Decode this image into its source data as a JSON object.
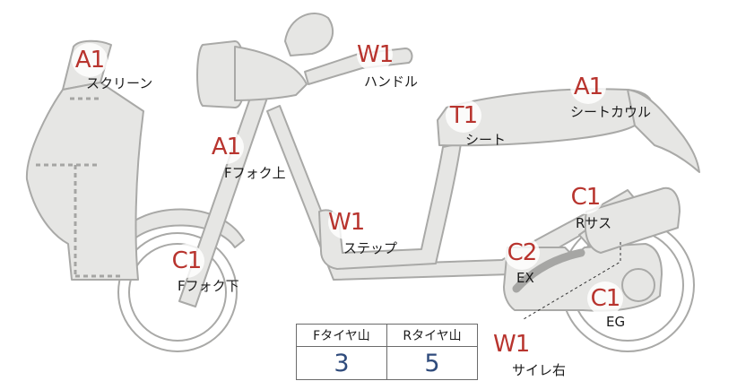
{
  "colors": {
    "body_fill": "#e6e6e4",
    "outline": "#a9a9a7",
    "marker_text": "#b8342e",
    "value_text": "#2f4b7c"
  },
  "markers": [
    {
      "id": "screen",
      "code": "A1",
      "label": "スクリーン"
    },
    {
      "id": "handle",
      "code": "W1",
      "label": "ハンドル"
    },
    {
      "id": "seat",
      "code": "T1",
      "label": "シート"
    },
    {
      "id": "seat-cowl",
      "code": "A1",
      "label": "シートカウル"
    },
    {
      "id": "fork-upper",
      "code": "A1",
      "label": "Fフォク上"
    },
    {
      "id": "rear-sus",
      "code": "C1",
      "label": "Rサス"
    },
    {
      "id": "step",
      "code": "W1",
      "label": "ステップ"
    },
    {
      "id": "exhaust",
      "code": "C2",
      "label": "EX"
    },
    {
      "id": "fork-lower",
      "code": "C1",
      "label": "Fフォク下"
    },
    {
      "id": "engine",
      "code": "C1",
      "label": "EG"
    },
    {
      "id": "sidewall-right",
      "code": "W1",
      "label": "サイレ右"
    }
  ],
  "tread_table": {
    "headers": [
      "Fタイヤ山",
      "Rタイヤ山"
    ],
    "values": [
      "3",
      "5"
    ]
  }
}
